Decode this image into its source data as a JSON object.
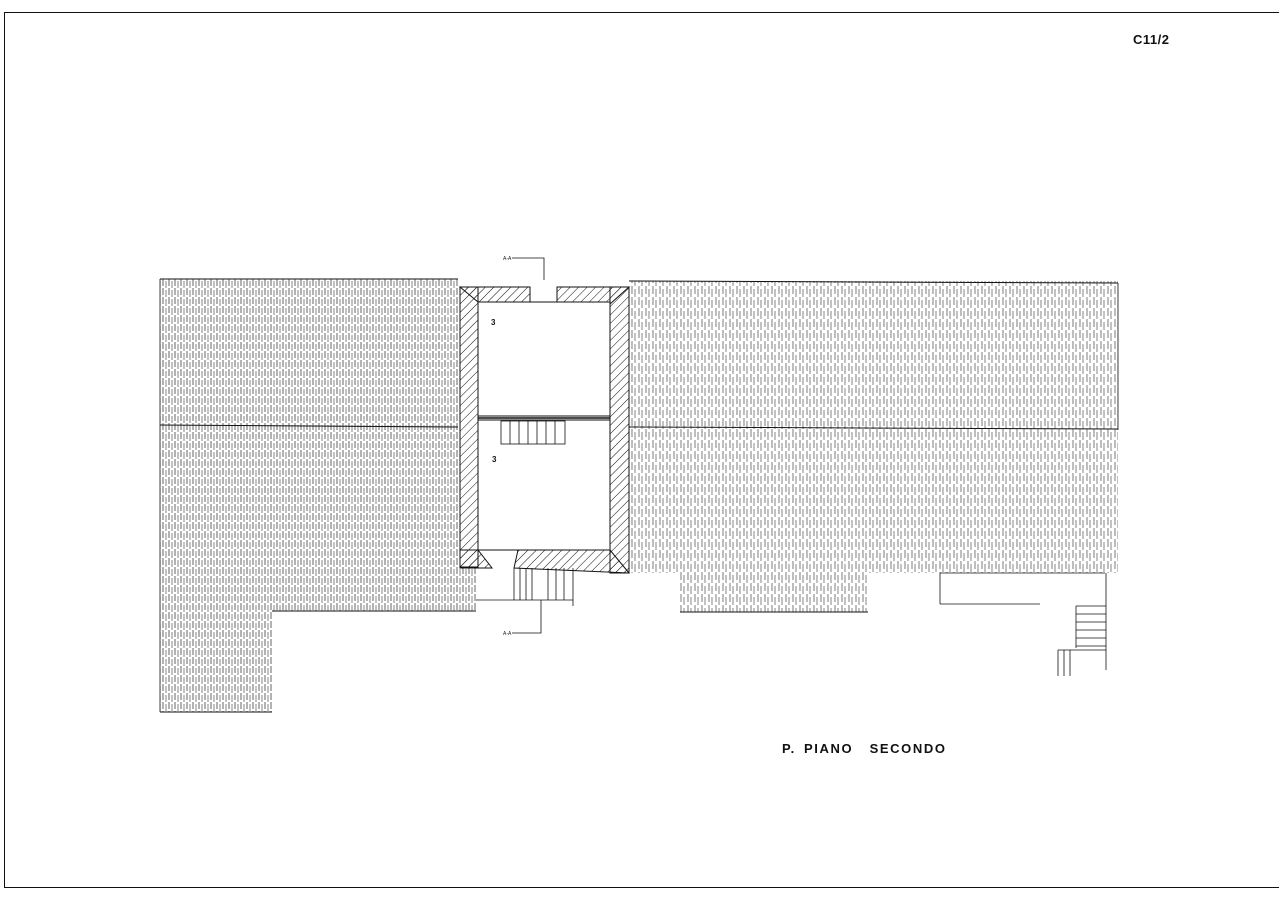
{
  "sheet": {
    "code": "C11/2",
    "floor_title": "P. PIANO  SECONDO"
  },
  "rooms": [
    {
      "label": "3"
    },
    {
      "label": "3"
    }
  ],
  "section_marks": {
    "top": "A-A",
    "bottom": "A-A"
  },
  "colors": {
    "line": "#111111",
    "paper": "#ffffff"
  }
}
